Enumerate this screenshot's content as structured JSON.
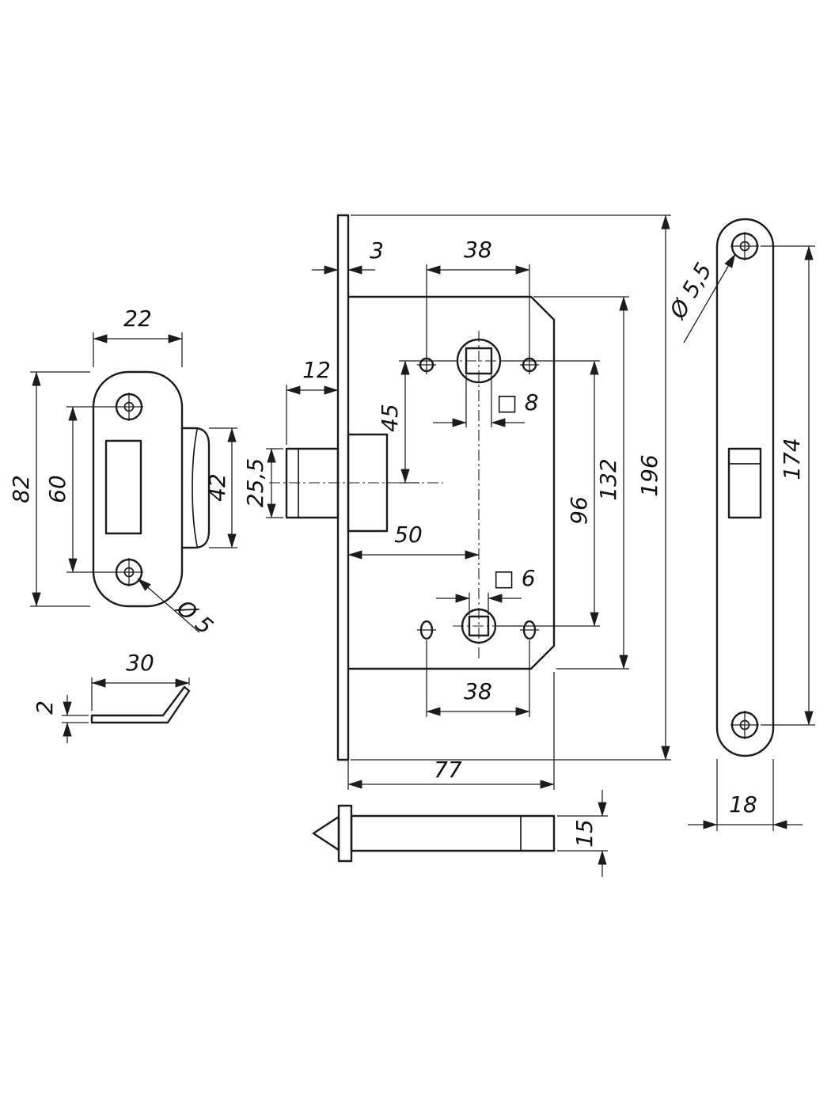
{
  "colors": {
    "line": "#1c1c1c",
    "background": "#ffffff"
  },
  "views": {
    "strike": {
      "width": "22",
      "height": "82",
      "screw_spacing": "60",
      "lip_height": "42",
      "screw_dia": "Ø 5"
    },
    "cover": {
      "length": "30",
      "thickness": "2"
    },
    "body": {
      "faceplate_thickness": "3",
      "top_hole_spacing": "38",
      "latch_protrusion": "12",
      "spindle_to_latch": "45",
      "latch_height": "25,5",
      "backset": "50",
      "spindle_square": "□ 8",
      "lower_square": "□ 6",
      "spindle_spacing": "96",
      "case_height": "132",
      "faceplate_height": "196",
      "bottom_hole_spacing": "38",
      "case_depth": "77",
      "latch_thickness": "15"
    },
    "faceplate": {
      "screw_dia": "Ø 5,5",
      "screw_spacing": "174",
      "width": "18"
    }
  }
}
